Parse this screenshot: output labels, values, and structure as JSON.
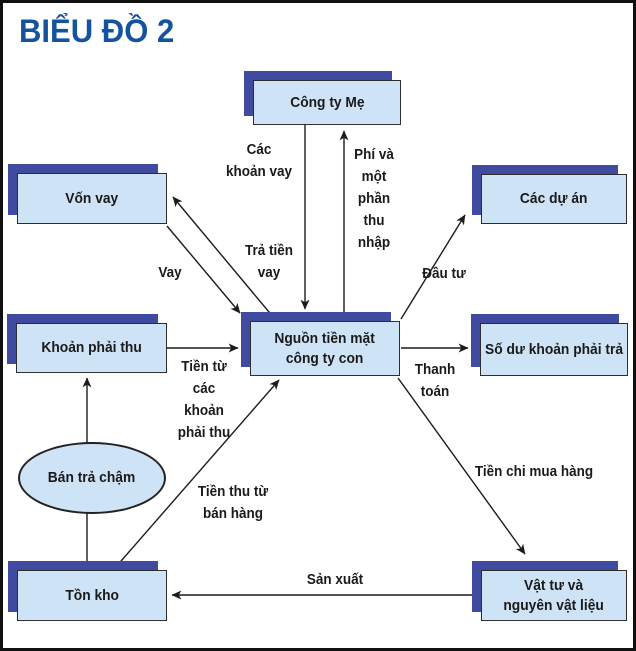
{
  "title": "BIỂU ĐỒ 2",
  "colors": {
    "title_color": "#15549c",
    "node_fill": "#cfe3f6",
    "node_shadow": "#404a9e",
    "node_border": "#2e2e2e",
    "line_color": "#1c1c1c"
  },
  "nodes": {
    "cong_ty_me": {
      "label": [
        "Công ty Mẹ"
      ]
    },
    "von_vay": {
      "label": [
        "Vốn vay"
      ]
    },
    "cac_du_an": {
      "label": [
        "Các dự án"
      ]
    },
    "khoan_phai_thu": {
      "label": [
        "Khoản phải thu"
      ]
    },
    "nguon_tien_mat": {
      "label": [
        "Nguồn tiền mặt",
        "công ty con"
      ]
    },
    "so_du_khoan_phai_tra": {
      "label": [
        "Số dư khoản phải trả"
      ]
    },
    "ban_tra_cham": {
      "label": [
        "Bán trả chậm"
      ],
      "shape": "ellipse"
    },
    "ton_kho": {
      "label": [
        "Tồn kho"
      ]
    },
    "vat_tu_nguyen_vat_lieu": {
      "label": [
        "Vật tư và",
        "nguyên vật liệu"
      ]
    }
  },
  "edges": [
    {
      "id": "cac-khoan-vay",
      "from": "cong_ty_me",
      "to": "nguon_tien_mat",
      "label": [
        "Các",
        "khoản vay"
      ]
    },
    {
      "id": "phi-va-thu-nhap",
      "from": "nguon_tien_mat",
      "to": "cong_ty_me",
      "label": [
        "Phí và",
        "một",
        "phần",
        "thu",
        "nhập"
      ]
    },
    {
      "id": "tra-tien-vay",
      "from": "nguon_tien_mat",
      "to": "von_vay",
      "label": [
        "Trả tiền",
        "vay"
      ]
    },
    {
      "id": "vay",
      "from": "von_vay",
      "to": "nguon_tien_mat",
      "label": [
        "Vay"
      ]
    },
    {
      "id": "tien-tu-khoan-phai-thu",
      "from": "khoan_phai_thu",
      "to": "nguon_tien_mat",
      "label": [
        "Tiền từ",
        "các",
        "khoản",
        "phải thu"
      ]
    },
    {
      "id": "dau-tu",
      "from": "nguon_tien_mat",
      "to": "cac_du_an",
      "label": [
        "Đầu tư"
      ]
    },
    {
      "id": "thanh-toan",
      "from": "nguon_tien_mat",
      "to": "so_du_khoan_phai_tra",
      "label": [
        "Thanh",
        "toán"
      ]
    },
    {
      "id": "tien-thu-tu-ban-hang",
      "from": "ton_kho",
      "to": "nguon_tien_mat",
      "label": [
        "Tiền thu từ",
        "bán hàng"
      ]
    },
    {
      "id": "tien-chi-mua-hang",
      "from": "nguon_tien_mat",
      "to": "vat_tu_nguyen_vat_lieu",
      "label": [
        "Tiền chi mua hàng"
      ]
    },
    {
      "id": "san-xuat",
      "from": "vat_tu_nguyen_vat_lieu",
      "to": "ton_kho",
      "label": [
        "Sản xuất"
      ]
    },
    {
      "id": "ton-kho-len-khoan-phai-thu",
      "from": "ton_kho",
      "to": "khoan_phai_thu",
      "label": []
    }
  ]
}
